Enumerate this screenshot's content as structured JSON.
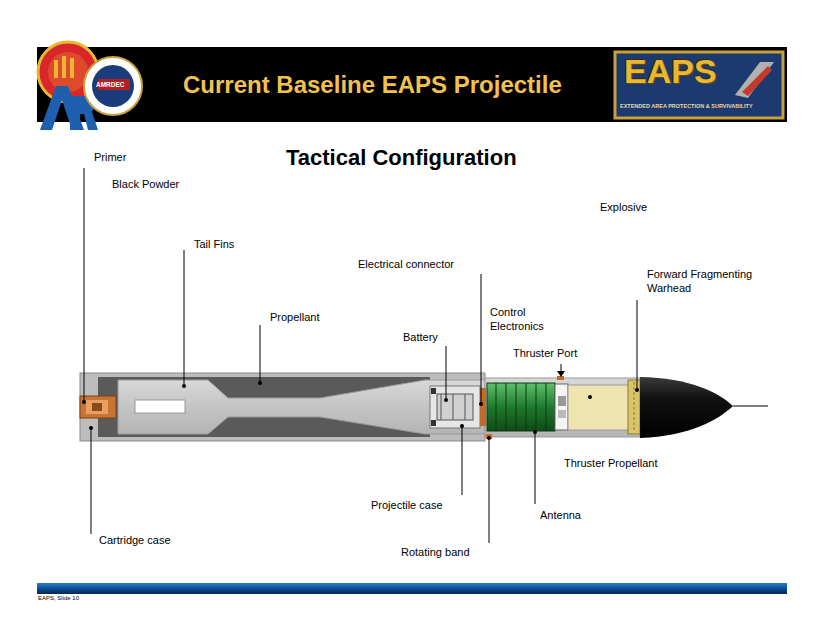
{
  "diagram": {
    "title": "Current Baseline EAPS Projectile",
    "labels": [
      "Tactical Configuration",
      "Primer",
      "Black Powder",
      "Tail Fins",
      "Propellant",
      "Electrical connector",
      "Battery",
      "Control Electronics",
      "Thruster Port",
      "Explosive",
      "Forward Fragmenting Warhead",
      "Thruster Propellant",
      "Antenna",
      "Projectile case",
      "Rotating band",
      "Cartridge case",
      "EAPS, Slide 10",
      "EAPS",
      "EXTENDED AREA PROTECTION & SURVIVABILITY",
      "AMRDEC"
    ]
  }
}
